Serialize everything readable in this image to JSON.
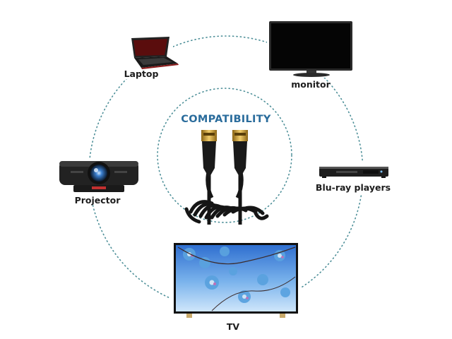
{
  "center": {
    "title": "COMPATIBILITY"
  },
  "devices": {
    "laptop": "Laptop",
    "monitor": "monitor",
    "bluray": "Blu-ray players",
    "tv": "TV",
    "projector": "Projector"
  },
  "colors": {
    "ring_dots": "#4d8f98",
    "title": "#2a6c9c",
    "cable": "#151515",
    "gold_connector": "#c89a2e"
  }
}
